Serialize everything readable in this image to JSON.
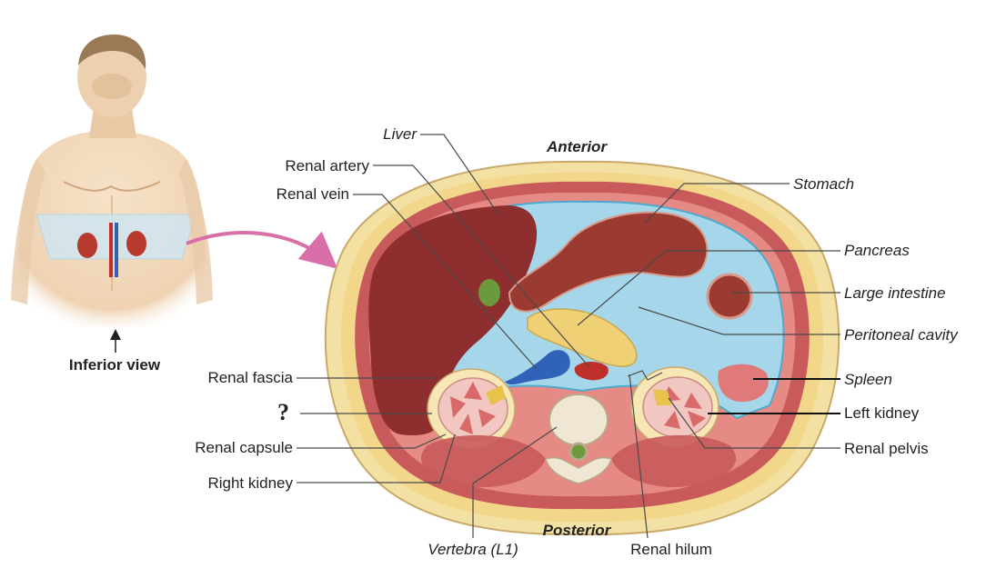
{
  "colors": {
    "skin": "#f3ddc0",
    "skin_shadow": "#d9b896",
    "fat": "#f2d68a",
    "muscle": "#c85a5c",
    "muscle_light": "#e58a84",
    "peritoneal": "#a6d6ea",
    "peritoneal_dark": "#4fa9cf",
    "liver": "#8f2e2e",
    "stomach": "#9b3a30",
    "pancreas": "#f0d074",
    "kidney": "#f2c7c2",
    "kidney_medulla": "#d96a6a",
    "spleen": "#e07a7a",
    "vein": "#2f62b8",
    "artery": "#c0302a",
    "gallbladder": "#6a9a3c",
    "plane": "#cfe6f2",
    "arrow": "#d86fa8"
  },
  "labels": {
    "inferior_view": "Inferior view",
    "anterior": "Anterior",
    "posterior": "Posterior",
    "liver": "Liver",
    "renal_artery": "Renal artery",
    "renal_vein": "Renal vein",
    "renal_fascia": "Renal fascia",
    "question": "?",
    "renal_capsule": "Renal capsule",
    "right_kidney": "Right kidney",
    "vertebra": "Vertebra (L1)",
    "renal_hilum": "Renal hilum",
    "stomach": "Stomach",
    "pancreas": "Pancreas",
    "large_intestine": "Large intestine",
    "peritoneal_cavity": "Peritoneal cavity",
    "spleen": "Spleen",
    "left_kidney": "Left kidney",
    "renal_pelvis": "Renal pelvis"
  }
}
